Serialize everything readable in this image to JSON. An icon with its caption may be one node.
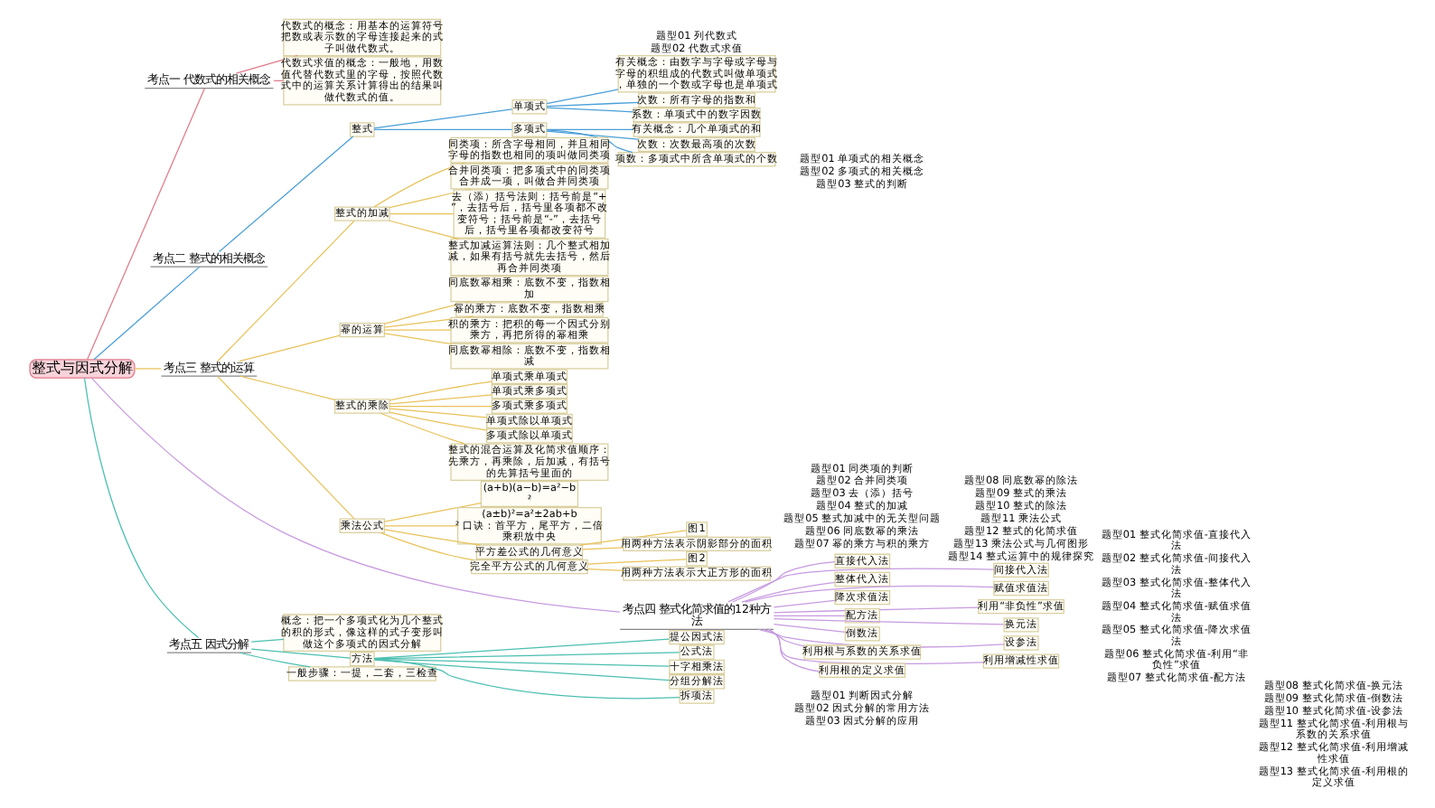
{
  "diagram": {
    "nodes": [
      {
        "text": [
          "整式与因式分解"
        ]
      },
      {
        "text": [
          "考点一 代数式的相关概念"
        ]
      },
      {
        "text": [
          "代数式的概念：用基本的运算符号把数或表示数的字母连接起来的式子叫做代数式。"
        ]
      },
      {
        "text": [
          "代数式求值的概念：一般地，用数值代替代数式里的字母，按照代数式中的运算关系计算得出的结果叫做代数式的值。"
        ]
      },
      {
        "text": [
          "考点二 整式的相关概念"
        ]
      },
      {
        "text": [
          "整式"
        ]
      },
      {
        "text": [
          "单项式"
        ]
      },
      {
        "text": [
          "有关概念：由数字与字母或字母与字母的积组成的代数式叫做单项式，单独的一个数或字母也是单项式"
        ]
      },
      {
        "text": [
          "次数：所有字母的指数和"
        ]
      },
      {
        "text": [
          "系数：单项式中的数字因数"
        ]
      },
      {
        "text": [
          "多项式"
        ]
      },
      {
        "text": [
          "有关概念：几个单项式的和"
        ]
      },
      {
        "text": [
          "次数：次数最高项的次数"
        ]
      },
      {
        "text": [
          "项数：多项式中所含单项式的个数"
        ]
      },
      {
        "text": [
          "考点三 整式的运算"
        ]
      },
      {
        "text": [
          "整式的加减"
        ]
      },
      {
        "text": [
          "同类项：所含字母相同，并且相同字母的指数也相同的项叫做同类项"
        ]
      },
      {
        "text": [
          "合并同类项：把多项式中的同类项合并成一项，叫做合并同类项"
        ]
      },
      {
        "text": [
          "去（添）括号法则：括号前是“+”，去括号后，括号里各项都不改变符号；括号前是“-”，去括号后，括号里各项都改变符号"
        ]
      },
      {
        "text": [
          "整式加减运算法则：几个整式相加减，如果有括号就先去括号，然后再合并同类项"
        ]
      },
      {
        "text": [
          "幂的运算"
        ]
      },
      {
        "text": [
          "同底数幂相乘：底数不变，指数相加"
        ]
      },
      {
        "text": [
          "幂的乘方：底数不变，指数相乘"
        ]
      },
      {
        "text": [
          "积的乘方：把积的每一个因式分别乘方，再把所得的幂相乘"
        ]
      },
      {
        "text": [
          "同底数幂相除：底数不变，指数相减"
        ]
      },
      {
        "text": [
          "整式的乘除"
        ]
      },
      {
        "text": [
          "单项式乘单项式"
        ]
      },
      {
        "text": [
          "单项式乘多项式"
        ]
      },
      {
        "text": [
          "多项式乘多项式"
        ]
      },
      {
        "text": [
          "单项式除以单项式"
        ]
      },
      {
        "text": [
          "多项式除以单项式"
        ]
      },
      {
        "text": [
          "整式的混合运算及化简求值顺序：先乘方，再乘除，后加减，有括号的先算括号里面的"
        ]
      },
      {
        "text": [
          "乘法公式"
        ]
      },
      {
        "text": [
          "(a+b)(a−b)=a²−b²"
        ]
      },
      {
        "text": [
          "(a±b)²=a²±2ab+b² 口诀：首平方，尾平方，二倍乘积放中央"
        ]
      },
      {
        "text": [
          "平方差公式的几何意义"
        ]
      },
      {
        "text": [
          "图1"
        ]
      },
      {
        "text": [
          "用两种方法表示阴影部分的面积"
        ]
      },
      {
        "text": [
          "完全平方公式的几何意义"
        ]
      },
      {
        "text": [
          "图2"
        ]
      },
      {
        "text": [
          "用两种方法表示大正方形的面积"
        ]
      },
      {
        "text": [
          "考点四 整式化简求值的12种方法"
        ]
      },
      {
        "text": [
          "直接代入法"
        ]
      },
      {
        "text": [
          "间接代入法"
        ]
      },
      {
        "text": [
          "整体代入法"
        ]
      },
      {
        "text": [
          "赋值求值法"
        ]
      },
      {
        "text": [
          "降次求值法"
        ]
      },
      {
        "text": [
          "利用“非负性”求值"
        ]
      },
      {
        "text": [
          "配方法"
        ]
      },
      {
        "text": [
          "换元法"
        ]
      },
      {
        "text": [
          "倒数法"
        ]
      },
      {
        "text": [
          "设参法"
        ]
      },
      {
        "text": [
          "利用根与系数的关系求值"
        ]
      },
      {
        "text": [
          "利用增减性求值"
        ]
      },
      {
        "text": [
          "利用根的定义求值"
        ]
      },
      {
        "text": [
          "考点五 因式分解"
        ]
      },
      {
        "text": [
          "概念：把一个多项式化为几个整式的积的形式，像这样的式子变形叫做这个多项式的因式分解"
        ]
      },
      {
        "text": [
          "方法"
        ]
      },
      {
        "text": [
          "提公因式法"
        ]
      },
      {
        "text": [
          "公式法"
        ]
      },
      {
        "text": [
          "十字相乘法"
        ]
      },
      {
        "text": [
          "分组分解法"
        ]
      },
      {
        "text": [
          "拆项法"
        ]
      },
      {
        "text": [
          "一般步骤：一提，二套，三检查"
        ]
      }
    ],
    "edges": [
      {
        "from": 0,
        "to": 1,
        "arrow": "none",
        "color": "#e07b8a"
      },
      {
        "from": 1,
        "to": 2,
        "arrow": "none",
        "color": "#e07b8a"
      },
      {
        "from": 1,
        "to": 3,
        "arrow": "none",
        "color": "#e07b8a"
      },
      {
        "from": 0,
        "to": 4,
        "arrow": "none",
        "color": "#4a9fd8"
      },
      {
        "from": 4,
        "to": 5,
        "arrow": "none",
        "color": "#4a9fd8"
      },
      {
        "from": 5,
        "to": 6,
        "arrow": "none",
        "color": "#4a9fd8"
      },
      {
        "from": 6,
        "to": 7,
        "arrow": "none",
        "color": "#4a9fd8"
      },
      {
        "from": 6,
        "to": 8,
        "arrow": "none",
        "color": "#4a9fd8"
      },
      {
        "from": 6,
        "to": 9,
        "arrow": "none",
        "color": "#4a9fd8"
      },
      {
        "from": 5,
        "to": 10,
        "arrow": "none",
        "color": "#4a9fd8"
      },
      {
        "from": 10,
        "to": 11,
        "arrow": "none",
        "color": "#4a9fd8"
      },
      {
        "from": 10,
        "to": 12,
        "arrow": "none",
        "color": "#4a9fd8"
      },
      {
        "from": 10,
        "to": 13,
        "arrow": "none",
        "color": "#4a9fd8"
      },
      {
        "from": 0,
        "to": 14,
        "arrow": "none",
        "color": "#e8c25a"
      },
      {
        "from": 14,
        "to": 15,
        "arrow": "none",
        "color": "#e8c25a"
      },
      {
        "from": 15,
        "to": 16,
        "arrow": "none",
        "color": "#e8c25a"
      },
      {
        "from": 15,
        "to": 17,
        "arrow": "none",
        "color": "#e8c25a"
      },
      {
        "from": 15,
        "to": 18,
        "arrow": "none",
        "color": "#e8c25a"
      },
      {
        "from": 15,
        "to": 19,
        "arrow": "none",
        "color": "#e8c25a"
      },
      {
        "from": 14,
        "to": 20,
        "arrow": "none",
        "color": "#e8c25a"
      },
      {
        "from": 20,
        "to": 21,
        "arrow": "none",
        "color": "#e8c25a"
      },
      {
        "from": 20,
        "to": 22,
        "arrow": "none",
        "color": "#e8c25a"
      },
      {
        "from": 20,
        "to": 23,
        "arrow": "none",
        "color": "#e8c25a"
      },
      {
        "from": 20,
        "to": 24,
        "arrow": "none",
        "color": "#e8c25a"
      },
      {
        "from": 14,
        "to": 25,
        "arrow": "none",
        "color": "#e8c25a"
      },
      {
        "from": 25,
        "to": 26,
        "arrow": "none",
        "color": "#e8c25a"
      },
      {
        "from": 25,
        "to": 27,
        "arrow": "none",
        "color": "#e8c25a"
      },
      {
        "from": 25,
        "to": 28,
        "arrow": "none",
        "color": "#e8c25a"
      },
      {
        "from": 25,
        "to": 29,
        "arrow": "none",
        "color": "#e8c25a"
      },
      {
        "from": 25,
        "to": 30,
        "arrow": "none",
        "color": "#e8c25a"
      },
      {
        "from": 25,
        "to": 31,
        "arrow": "none",
        "color": "#e8c25a"
      },
      {
        "from": 14,
        "to": 32,
        "arrow": "none",
        "color": "#e8c25a"
      },
      {
        "from": 32,
        "to": 33,
        "arrow": "none",
        "color": "#e8c25a"
      },
      {
        "from": 32,
        "to": 34,
        "arrow": "none",
        "color": "#e8c25a"
      },
      {
        "from": 32,
        "to": 35,
        "arrow": "none",
        "color": "#e8c25a"
      },
      {
        "from": 35,
        "to": 36,
        "arrow": "none",
        "color": "#e8c25a"
      },
      {
        "from": 35,
        "to": 37,
        "arrow": "none",
        "color": "#e8c25a"
      },
      {
        "from": 32,
        "to": 38,
        "arrow": "none",
        "color": "#e8c25a"
      },
      {
        "from": 38,
        "to": 39,
        "arrow": "none",
        "color": "#e8c25a"
      },
      {
        "from": 38,
        "to": 40,
        "arrow": "none",
        "color": "#e8c25a"
      },
      {
        "from": 0,
        "to": 41,
        "arrow": "none",
        "color": "#c79be0"
      },
      {
        "from": 41,
        "to": 42,
        "arrow": "none",
        "color": "#c79be0"
      },
      {
        "from": 41,
        "to": 43,
        "arrow": "none",
        "color": "#c79be0"
      },
      {
        "from": 41,
        "to": 44,
        "arrow": "none",
        "color": "#c79be0"
      },
      {
        "from": 41,
        "to": 45,
        "arrow": "none",
        "color": "#c79be0"
      },
      {
        "from": 41,
        "to": 46,
        "arrow": "none",
        "color": "#c79be0"
      },
      {
        "from": 41,
        "to": 47,
        "arrow": "none",
        "color": "#c79be0"
      },
      {
        "from": 41,
        "to": 48,
        "arrow": "none",
        "color": "#c79be0"
      },
      {
        "from": 41,
        "to": 49,
        "arrow": "none",
        "color": "#c79be0"
      },
      {
        "from": 41,
        "to": 50,
        "arrow": "none",
        "color": "#c79be0"
      },
      {
        "from": 41,
        "to": 51,
        "arrow": "none",
        "color": "#c79be0"
      },
      {
        "from": 41,
        "to": 52,
        "arrow": "none",
        "color": "#c79be0"
      },
      {
        "from": 41,
        "to": 53,
        "arrow": "none",
        "color": "#c79be0"
      },
      {
        "from": 41,
        "to": 54,
        "arrow": "none",
        "color": "#c79be0"
      },
      {
        "from": 0,
        "to": 55,
        "arrow": "none",
        "color": "#4bbfb0"
      },
      {
        "from": 55,
        "to": 56,
        "arrow": "none",
        "color": "#4bbfb0"
      },
      {
        "from": 55,
        "to": 57,
        "arrow": "none",
        "color": "#4bbfb0"
      },
      {
        "from": 57,
        "to": 58,
        "arrow": "none",
        "color": "#4bbfb0"
      },
      {
        "from": 57,
        "to": 59,
        "arrow": "none",
        "color": "#4bbfb0"
      },
      {
        "from": 57,
        "to": 60,
        "arrow": "none",
        "color": "#4bbfb0"
      },
      {
        "from": 57,
        "to": 61,
        "arrow": "none",
        "color": "#4bbfb0"
      },
      {
        "from": 57,
        "to": 62,
        "arrow": "none",
        "color": "#4bbfb0"
      },
      {
        "from": 55,
        "to": 63,
        "arrow": "none",
        "color": "#4bbfb0"
      }
    ],
    "labels": [
      "题型01 列代数式",
      "题型02 代数式求值",
      "题型01 单项式的相关概念",
      "题型02 多项式的相关概念",
      "题型03 整式的判断",
      "题型01 同类项的判断",
      "题型02 合并同类项",
      "题型03 去（添）括号",
      "题型04 整式的加减",
      "题型05 整式加减中的无关型问题",
      "题型06 同底数幂的乘法",
      "题型07 幂的乘方与积的乘方",
      "题型08 同底数幂的除法",
      "题型09 整式的乘法",
      "题型10 整式的除法",
      "题型11 乘法公式",
      "题型12 整式的化简求值",
      "题型13 乘法公式与几何图形",
      "题型14 整式运算中的规律探究",
      "题型01 整式化简求值-直接代入法",
      "题型02 整式化简求值-间接代入法",
      "题型03 整式化简求值-整体代入法",
      "题型04 整式化简求值-赋值求值法",
      "题型05 整式化简求值-降次求值法",
      "题型06 整式化简求值-利用“非负性”求值",
      "题型07 整式化简求值-配方法",
      "题型08 整式化简求值-换元法",
      "题型09 整式化简求值-倒数法",
      "题型10 整式化简求值-设参法",
      "题型11 整式化简求值-利用根与系数的关系求值",
      "题型12 整式化简求值-利用增减性求值",
      "题型13 整式化简求值-利用根的定义求值",
      "题型01 判断因式分解",
      "题型02 因式分解的常用方法",
      "题型03 因式分解的应用"
    ]
  }
}
